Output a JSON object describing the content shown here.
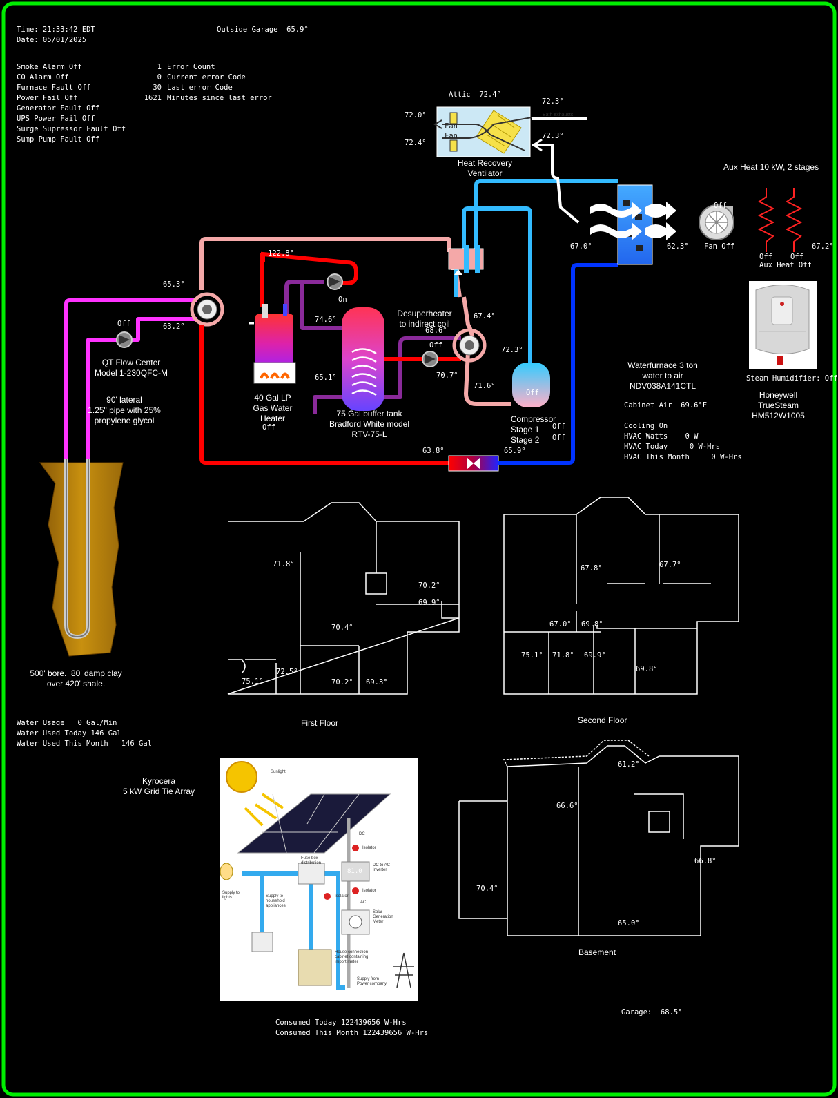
{
  "header": {
    "time": "Time: 21:33:42 EDT",
    "date": "Date: 05/01/2025",
    "outside_garage": "Outside Garage  65.9°"
  },
  "alarms": [
    "Smoke Alarm Off",
    "CO Alarm Off",
    "Furnace Fault Off",
    "Power Fail Off",
    "Generator Fault Off",
    "UPS Power Fail Off",
    "Surge Supressor Fault Off",
    "Sump Pump Fault Off"
  ],
  "errors": [
    {
      "value": "1",
      "label": "Error Count"
    },
    {
      "value": "0",
      "label": "Current error Code"
    },
    {
      "value": "30",
      "label": "Last error Code"
    },
    {
      "value": "1621",
      "label": "Minutes since last error"
    }
  ],
  "hrv": {
    "attic": "Attic  72.4°",
    "top_right": "72.3°",
    "left_top": "72.0°",
    "left_bottom": "72.4°",
    "right_bottom": "72.3°",
    "bath": "Bath exhausts",
    "fan1": "Fan",
    "fan2": "Fan",
    "label1": "Heat Recovery",
    "label2": "Ventilator"
  },
  "aux": {
    "title": "Aux Heat 10 kW, 2 stages",
    "fan_state": "Off",
    "coil_in": "67.0°",
    "coil_out": "62.3°",
    "fan_label": "Fan Off",
    "stage1": "Off",
    "stage2": "Off",
    "aux_label": "Aux Heat Off",
    "out_temp": "67.2°"
  },
  "humidifier": {
    "state": "Steam Humidifier: Off",
    "line1": "Honeywell",
    "line2": "TrueSteam",
    "line3": "HM512W1005"
  },
  "loop": {
    "t_upper": "65.3°",
    "t_lower": "63.2°",
    "pump_state": "Off",
    "flow1": "QT Flow Center",
    "flow2": "Model 1-230QFC-M",
    "lat1": "90' lateral",
    "lat2": "1.25\" pipe with 25%",
    "lat3": "propylene glycol",
    "bore1": "500' bore.  80' damp clay",
    "bore2": "over 420' shale."
  },
  "water": {
    "t_hot": "122.8°",
    "pump_on": "On",
    "t_mid": "74.6°",
    "heater1": "40 Gal LP",
    "heater2": "Gas Water",
    "heater3": "Heater",
    "heater_state": "Off",
    "t_buffer": "65.1°",
    "tank1": "75 Gal buffer tank",
    "tank2": "Bradford White model",
    "tank3": "RTV-75-L",
    "desup1": "Desuperheater",
    "desup2": "to indirect coil",
    "t_desup": "68.6°",
    "desup_pump": "Off",
    "t_desup2": "70.7°",
    "t_hp1": "67.4°",
    "t_hp2": "72.3°",
    "t_hp3": "71.6°",
    "comp_state": "Off",
    "comp_label": "Compressor",
    "stage1": "Stage 1",
    "stage1_state": "Off",
    "stage2": "Stage 2",
    "stage2_state": "Off",
    "t_return": "63.8°",
    "t_supply": "65.9°"
  },
  "waterfurnace": {
    "line1": "Waterfurnace 3 ton",
    "line2": "water to air",
    "line3": "NDV038A141CTL",
    "cabinet": "Cabinet Air  69.6°F",
    "cooling": "Cooling On",
    "watts": "HVAC Watts    0 W",
    "today": "HVAC Today     0 W-Hrs",
    "month": "HVAC This Month     0 W-Hrs"
  },
  "water_usage": {
    "rate": "Water Usage   0 Gal/Min",
    "today": "Water Used Today 146 Gal",
    "month": "Water Used This Month   146 Gal"
  },
  "first_floor": {
    "title": "First Floor",
    "temps": [
      "71.8°",
      "70.2°",
      "69.9°",
      "70.4°",
      "72.5°",
      "75.1°",
      "70.2°",
      "69.3°"
    ]
  },
  "second_floor": {
    "title": "Second Floor",
    "temps": [
      "67.8°",
      "67.7°",
      "67.0°",
      "69.8°",
      "75.1°",
      "71.8°",
      "69.9°",
      "69.8°"
    ]
  },
  "basement": {
    "title": "Basement",
    "temps": [
      "61.2°",
      "66.6°",
      "66.8°",
      "70.4°",
      "65.0°"
    ]
  },
  "garage": "Garage:  68.5°",
  "solar": {
    "title1": "Kyrocera",
    "title2": "5 kW Grid Tie Array",
    "sunlight": "Sunlight",
    "dc": "DC",
    "isolator1": "Isolator",
    "inverter": "DC to AC Inverter",
    "inverter_value": "81.0",
    "isolator2": "Isolator",
    "ac": "AC",
    "fusebox": "Fuse box distribution",
    "isolator3": "Isolator",
    "meter": "Solar Generation Meter",
    "lights": "Supply to lights",
    "household": "Supply to household appliances",
    "cabinet": "House connection cabinet containing import meter",
    "power_co": "Supply from Power company",
    "consumed_today": "Consumed Today 122439656 W-Hrs",
    "consumed_month": "Consumed This Month 122439656 W-Hrs"
  },
  "colors": {
    "frame": "#00ee00",
    "hot": "#ff0000",
    "cold": "#0033ff",
    "loop": "#ff33ff",
    "pink": "#f4a8a8",
    "cyan": "#33bbff",
    "purple": "#8a2a9a"
  }
}
